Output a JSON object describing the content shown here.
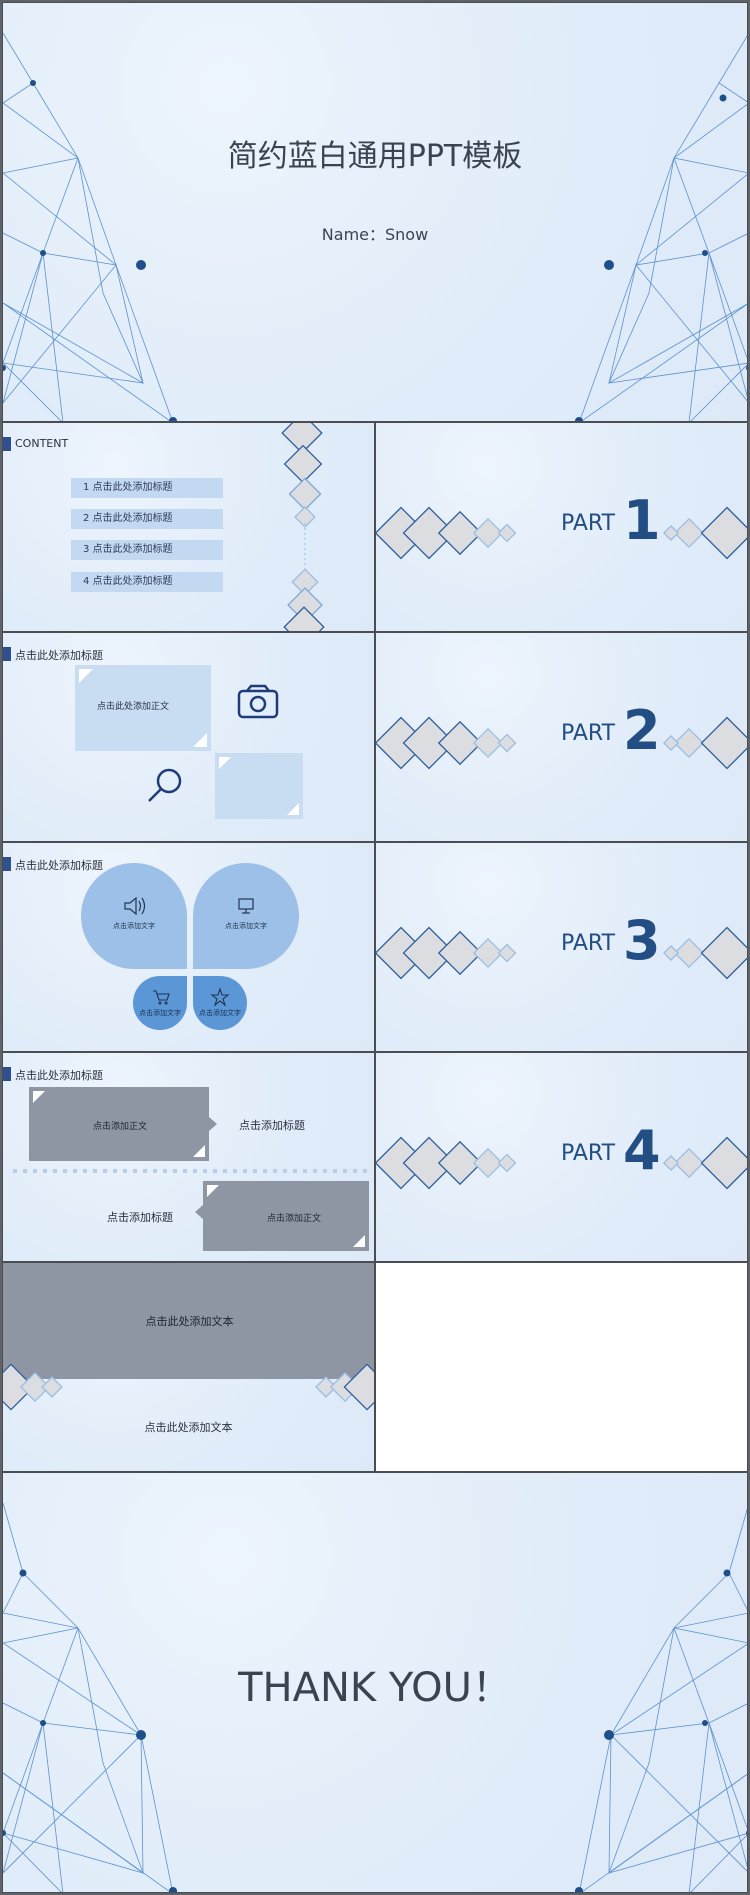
{
  "cover": {
    "title": "简约蓝白通用PPT模板",
    "subtitle": "Name：Snow"
  },
  "contents": {
    "header": "CONTENT",
    "items": [
      "1 点击此处添加标题",
      "2 点击此处添加标题",
      "3 点击此处添加标题",
      "4 点击此处添加标题"
    ]
  },
  "parts": [
    {
      "word": "PART",
      "number": "1"
    },
    {
      "word": "PART",
      "number": "2"
    },
    {
      "word": "PART",
      "number": "3"
    },
    {
      "word": "PART",
      "number": "4"
    }
  ],
  "slide_a": {
    "header": "点击此处添加标题",
    "body": "点击此处添加正文",
    "icons": [
      "camera-icon",
      "magnifier-icon"
    ]
  },
  "slide_b": {
    "header": "点击此处添加标题",
    "petals": [
      "点击添加文字",
      "点击添加文字",
      "点击添加文字",
      "点击添加文字"
    ],
    "icons": [
      "speaker-icon",
      "monitor-icon",
      "cart-icon",
      "star-icon"
    ]
  },
  "slide_c": {
    "header": "点击此处添加标题",
    "box1": "点击添加正文",
    "label1": "点击添加标题",
    "box2": "点击添加正文",
    "label2": "点击添加标题"
  },
  "slide_d": {
    "top_text": "点击此处添加文本",
    "bottom_text": "点击此处添加文本"
  },
  "thanks": {
    "text": "THANK YOU！"
  },
  "colors": {
    "background": "#e3eefa",
    "accent": "#234e84",
    "grey_box": "#8d96a2",
    "line": "#4a86c8"
  }
}
